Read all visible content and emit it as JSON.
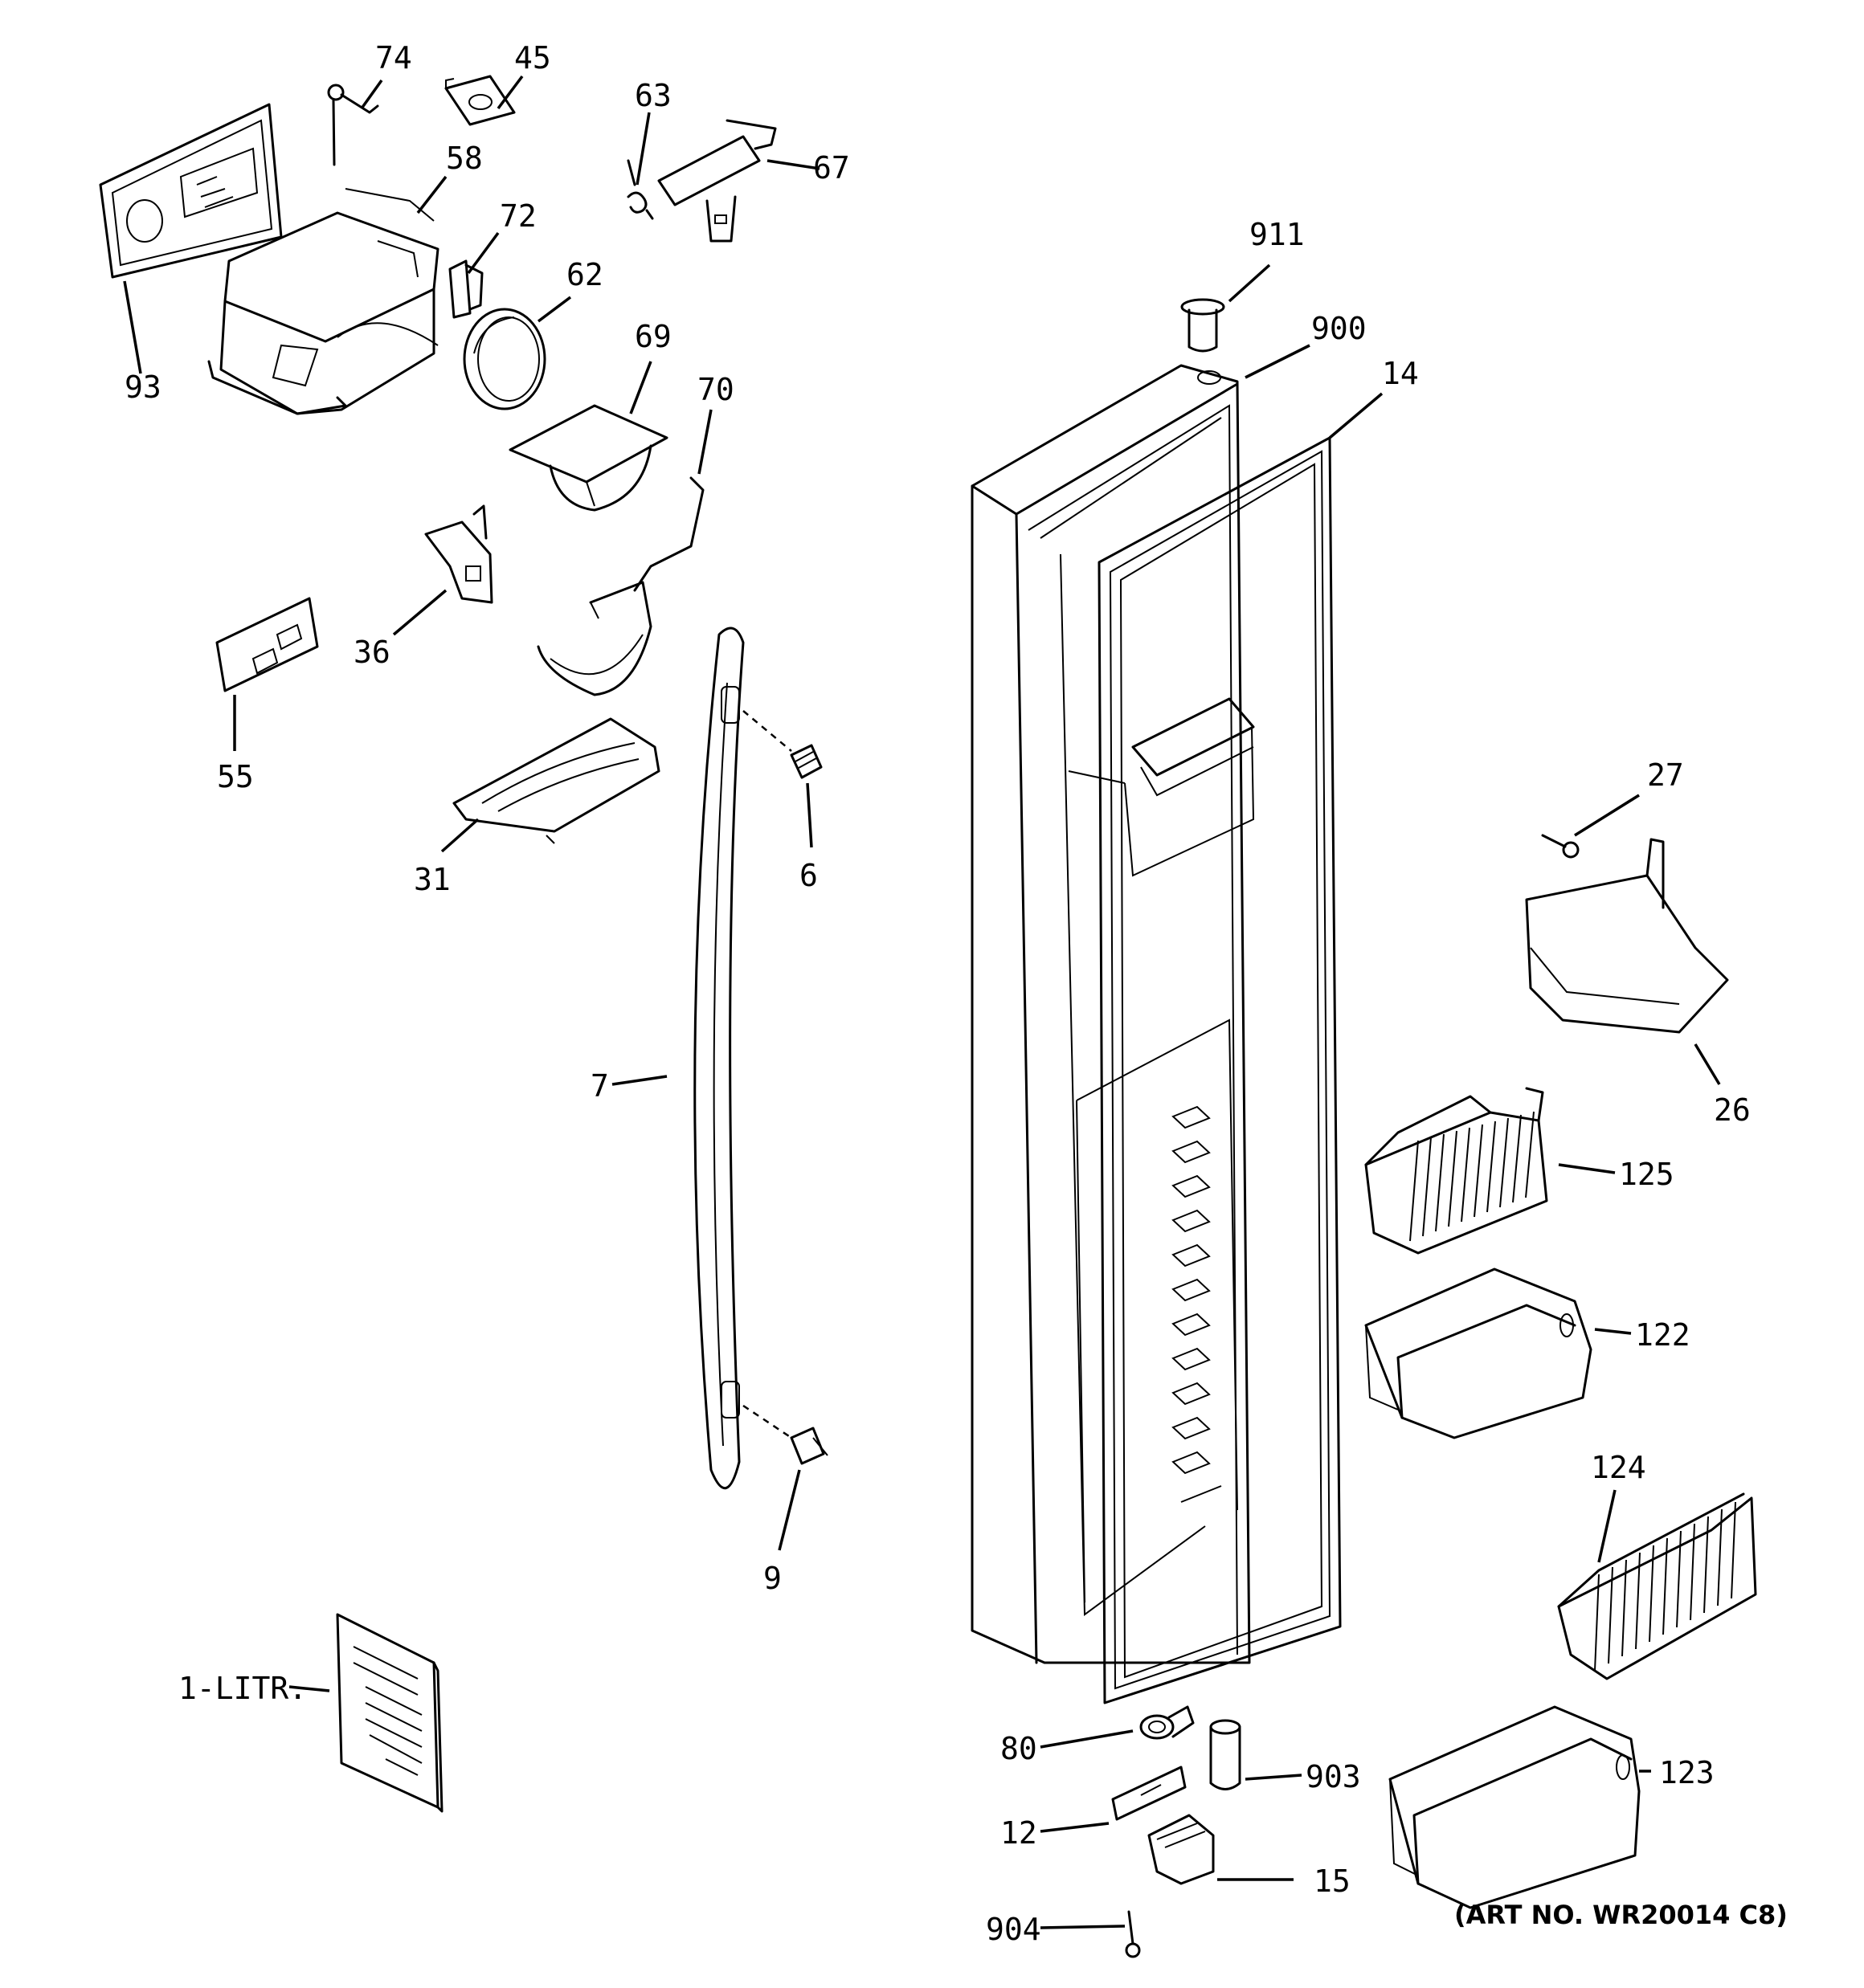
{
  "callouts": [
    {
      "id": "74",
      "text": "74"
    },
    {
      "id": "45",
      "text": "45"
    },
    {
      "id": "63",
      "text": "63"
    },
    {
      "id": "67",
      "text": "67"
    },
    {
      "id": "58",
      "text": "58"
    },
    {
      "id": "72",
      "text": "72"
    },
    {
      "id": "62",
      "text": "62"
    },
    {
      "id": "93",
      "text": "93"
    },
    {
      "id": "69",
      "text": "69"
    },
    {
      "id": "70",
      "text": "70"
    },
    {
      "id": "36",
      "text": "36"
    },
    {
      "id": "55",
      "text": "55"
    },
    {
      "id": "31",
      "text": "31"
    },
    {
      "id": "6",
      "text": "6"
    },
    {
      "id": "7",
      "text": "7"
    },
    {
      "id": "9",
      "text": "9"
    },
    {
      "id": "1-LITR",
      "text": "1-LITR."
    },
    {
      "id": "911",
      "text": "911"
    },
    {
      "id": "900",
      "text": "900"
    },
    {
      "id": "14",
      "text": "14"
    },
    {
      "id": "27",
      "text": "27"
    },
    {
      "id": "26",
      "text": "26"
    },
    {
      "id": "125",
      "text": "125"
    },
    {
      "id": "122",
      "text": "122"
    },
    {
      "id": "124",
      "text": "124"
    },
    {
      "id": "123",
      "text": "123"
    },
    {
      "id": "80",
      "text": "80"
    },
    {
      "id": "903",
      "text": "903"
    },
    {
      "id": "12",
      "text": "12"
    },
    {
      "id": "15",
      "text": "15"
    },
    {
      "id": "904",
      "text": "904"
    }
  ],
  "art_number": "(ART NO. WR20014 C8)"
}
